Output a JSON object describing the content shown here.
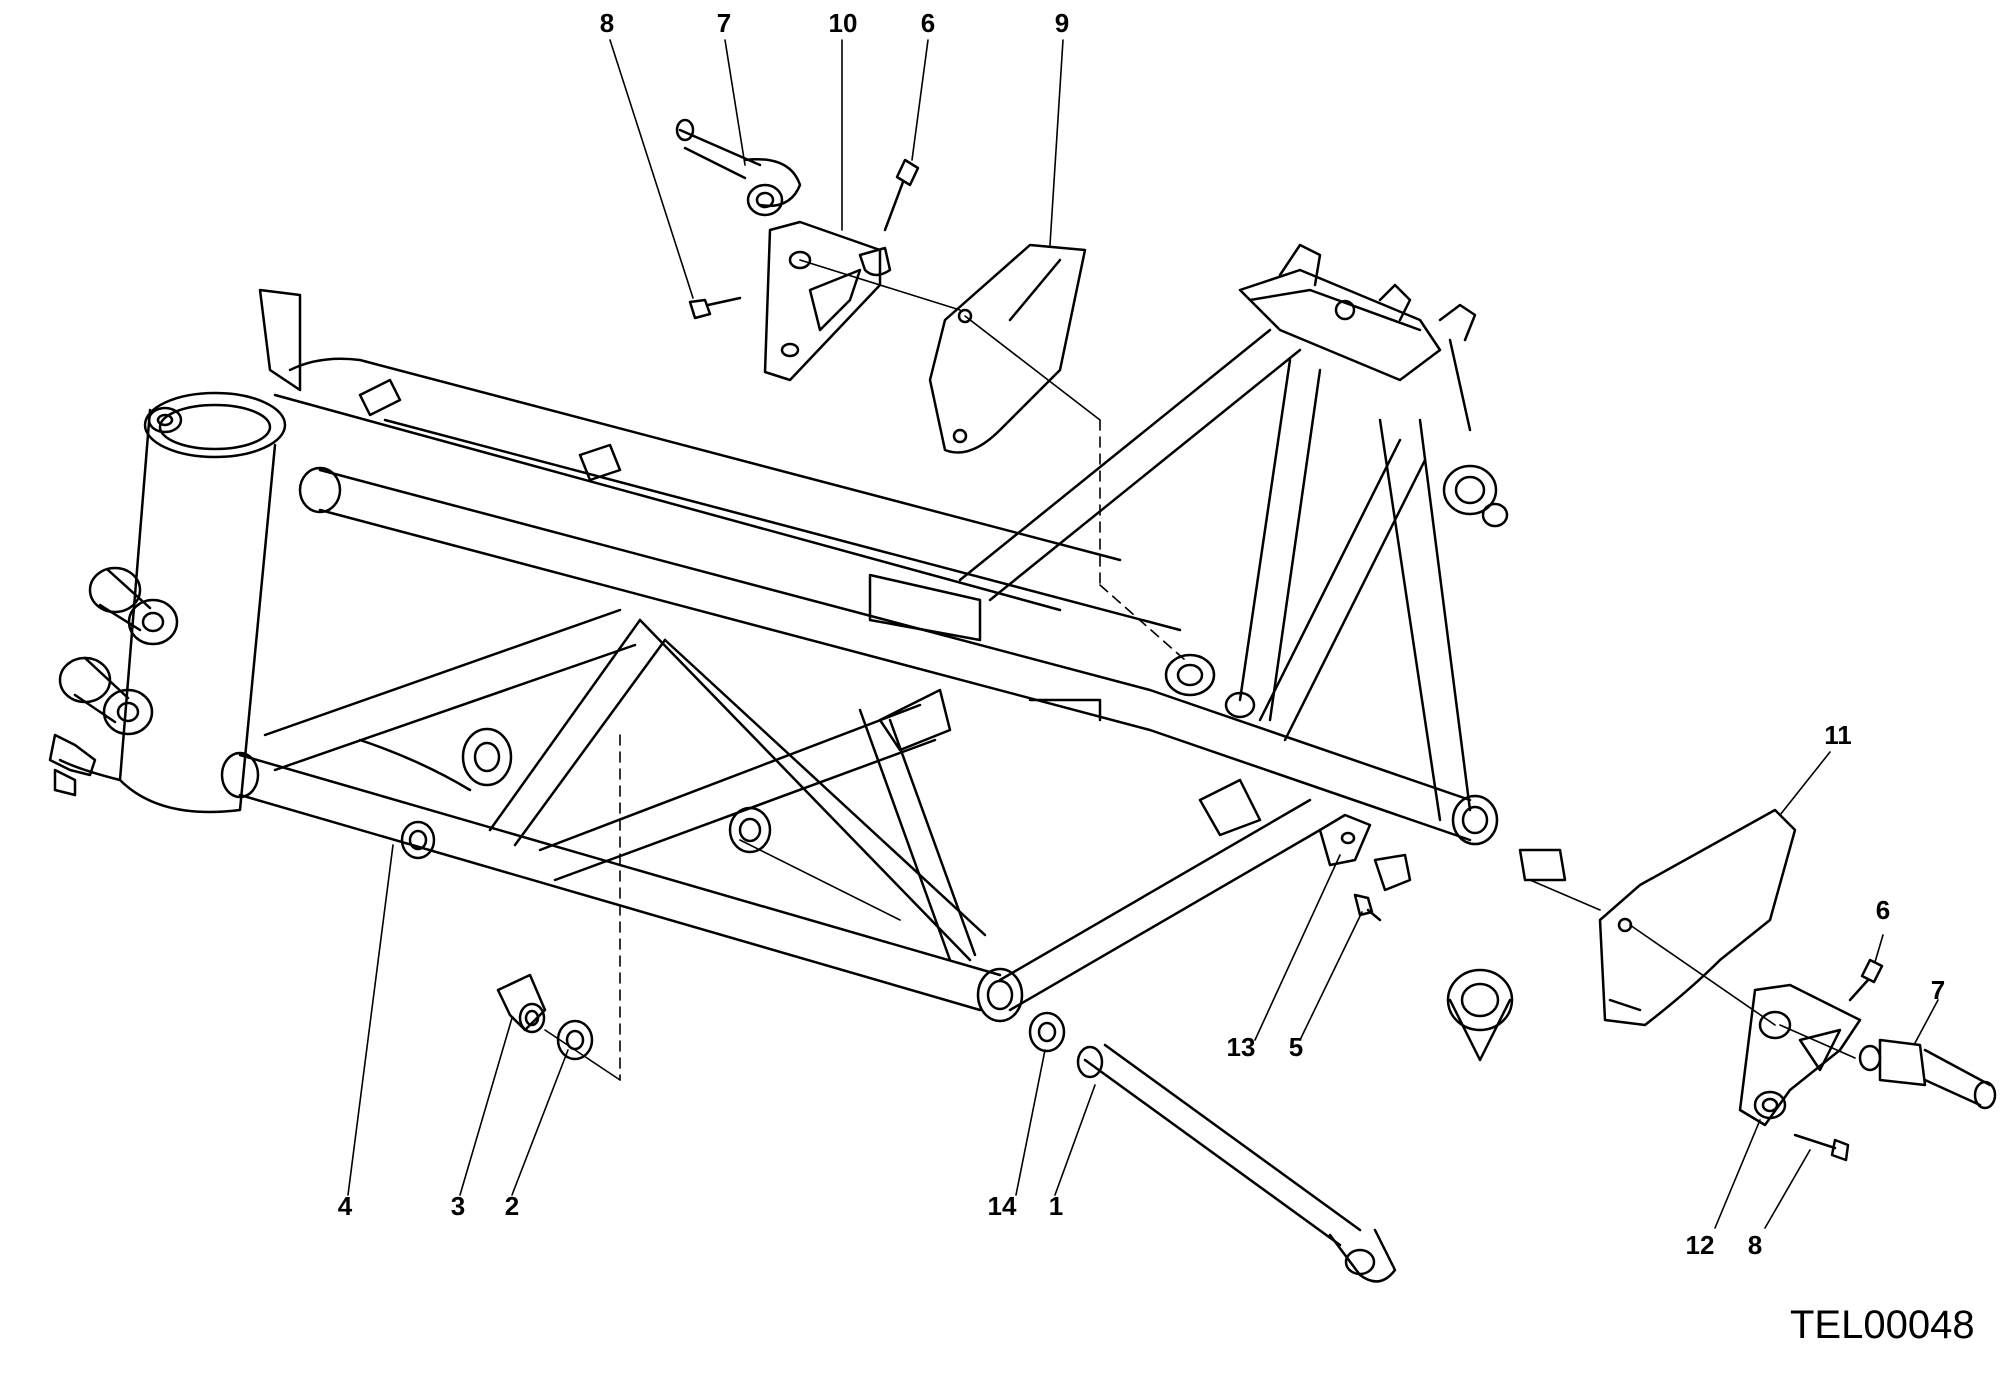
{
  "diagram": {
    "callouts": {
      "c8_top": "8",
      "c7_top": "7",
      "c10_top": "10",
      "c6_top": "6",
      "c9_top": "9",
      "c11": "11",
      "c6_right": "6",
      "c7_right": "7",
      "c13": "13",
      "c5": "5",
      "c4": "4",
      "c3": "3",
      "c2": "2",
      "c14": "14",
      "c1": "1",
      "c12": "12",
      "c8_right": "8"
    },
    "drawing_code": "TEL00048"
  }
}
